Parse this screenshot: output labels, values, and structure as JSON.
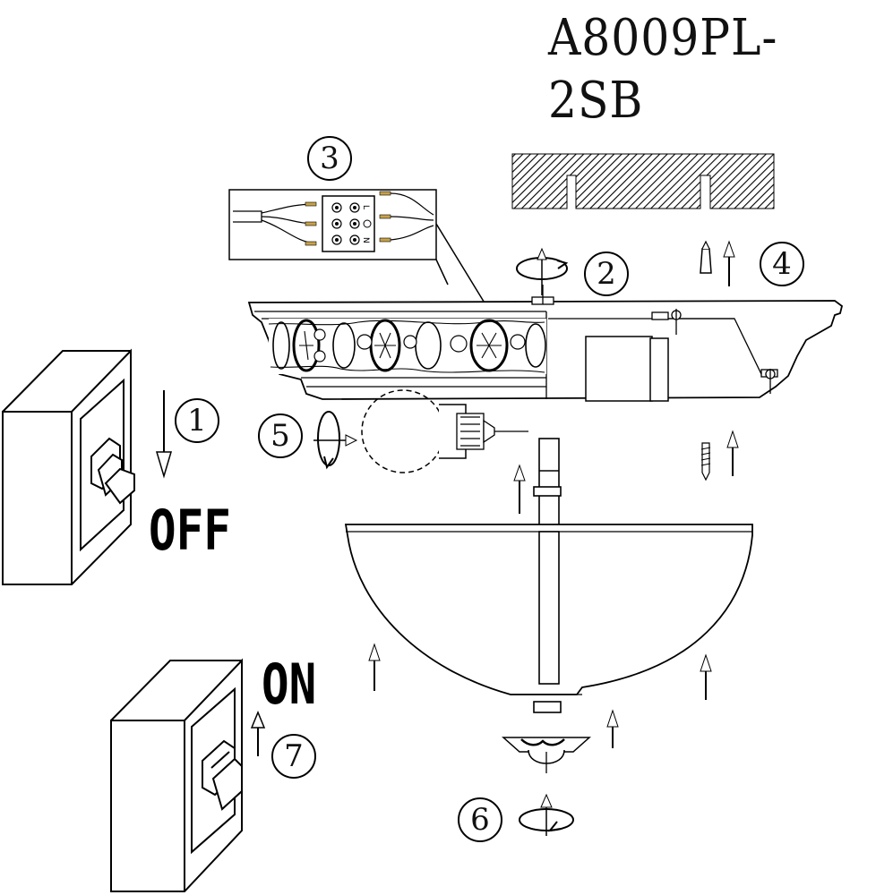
{
  "model": "A8009PL-2SB",
  "switch_states": {
    "off": "OFF",
    "on": "ON"
  },
  "steps": [
    "1",
    "2",
    "3",
    "4",
    "5",
    "6",
    "7"
  ],
  "terminal_block": {
    "live": "L",
    "neutral": "N"
  },
  "colors": {
    "line": "#000000",
    "hatch": "#000000",
    "background": "#ffffff",
    "wire_tip": "#c8a24a"
  }
}
